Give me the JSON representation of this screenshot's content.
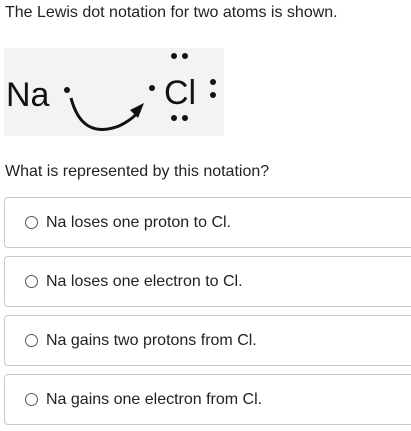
{
  "prompt": "The Lewis dot notation for two atoms is shown.",
  "figure": {
    "left_symbol": "Na",
    "right_symbol": "Cl"
  },
  "question": "What is represented by this notation?",
  "options": [
    {
      "label": "Na loses one proton to Cl.",
      "selected": false
    },
    {
      "label": "Na loses one electron to Cl.",
      "selected": false
    },
    {
      "label": "Na gains two protons from Cl.",
      "selected": false
    },
    {
      "label": "Na gains one electron from Cl.",
      "selected": false
    }
  ]
}
